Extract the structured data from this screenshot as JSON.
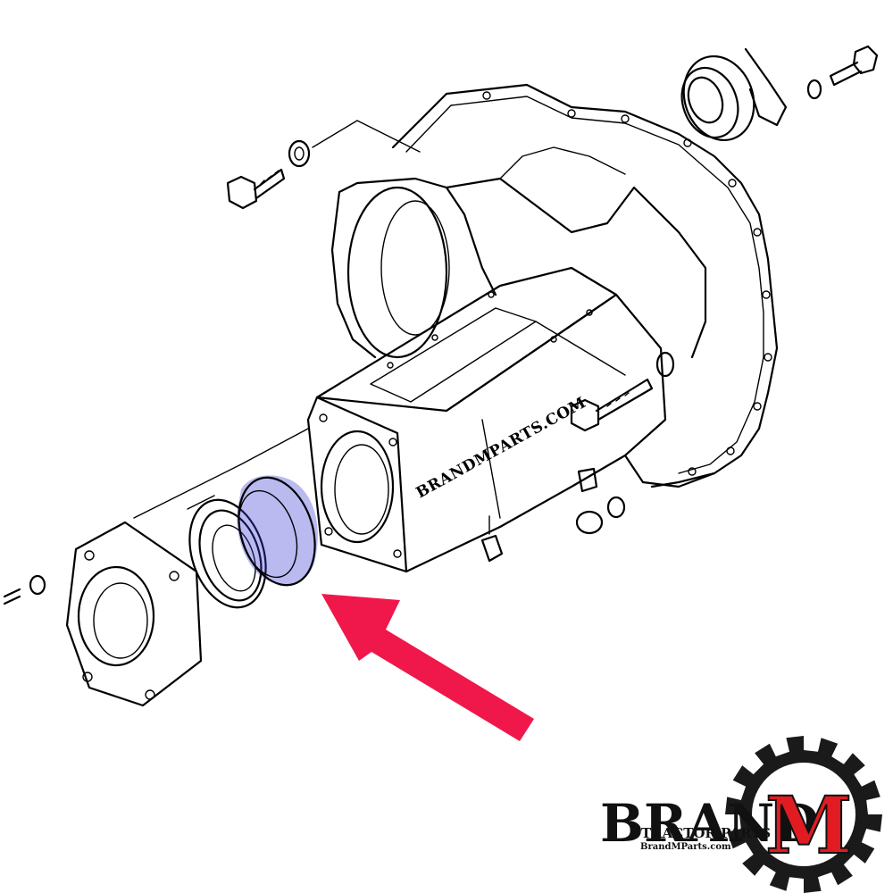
{
  "diagram": {
    "watermark": "BRANDMPARTS.COM",
    "highlight_color": "#3a3ad6",
    "arrow_color": "#f0174a"
  },
  "logo": {
    "word": "BRAND",
    "letter": "M",
    "subtitle": "TRACTOR PARTS",
    "url": "BrandMParts.com",
    "letter_color": "#e11b22",
    "gear_color": "#1a1a1a"
  }
}
